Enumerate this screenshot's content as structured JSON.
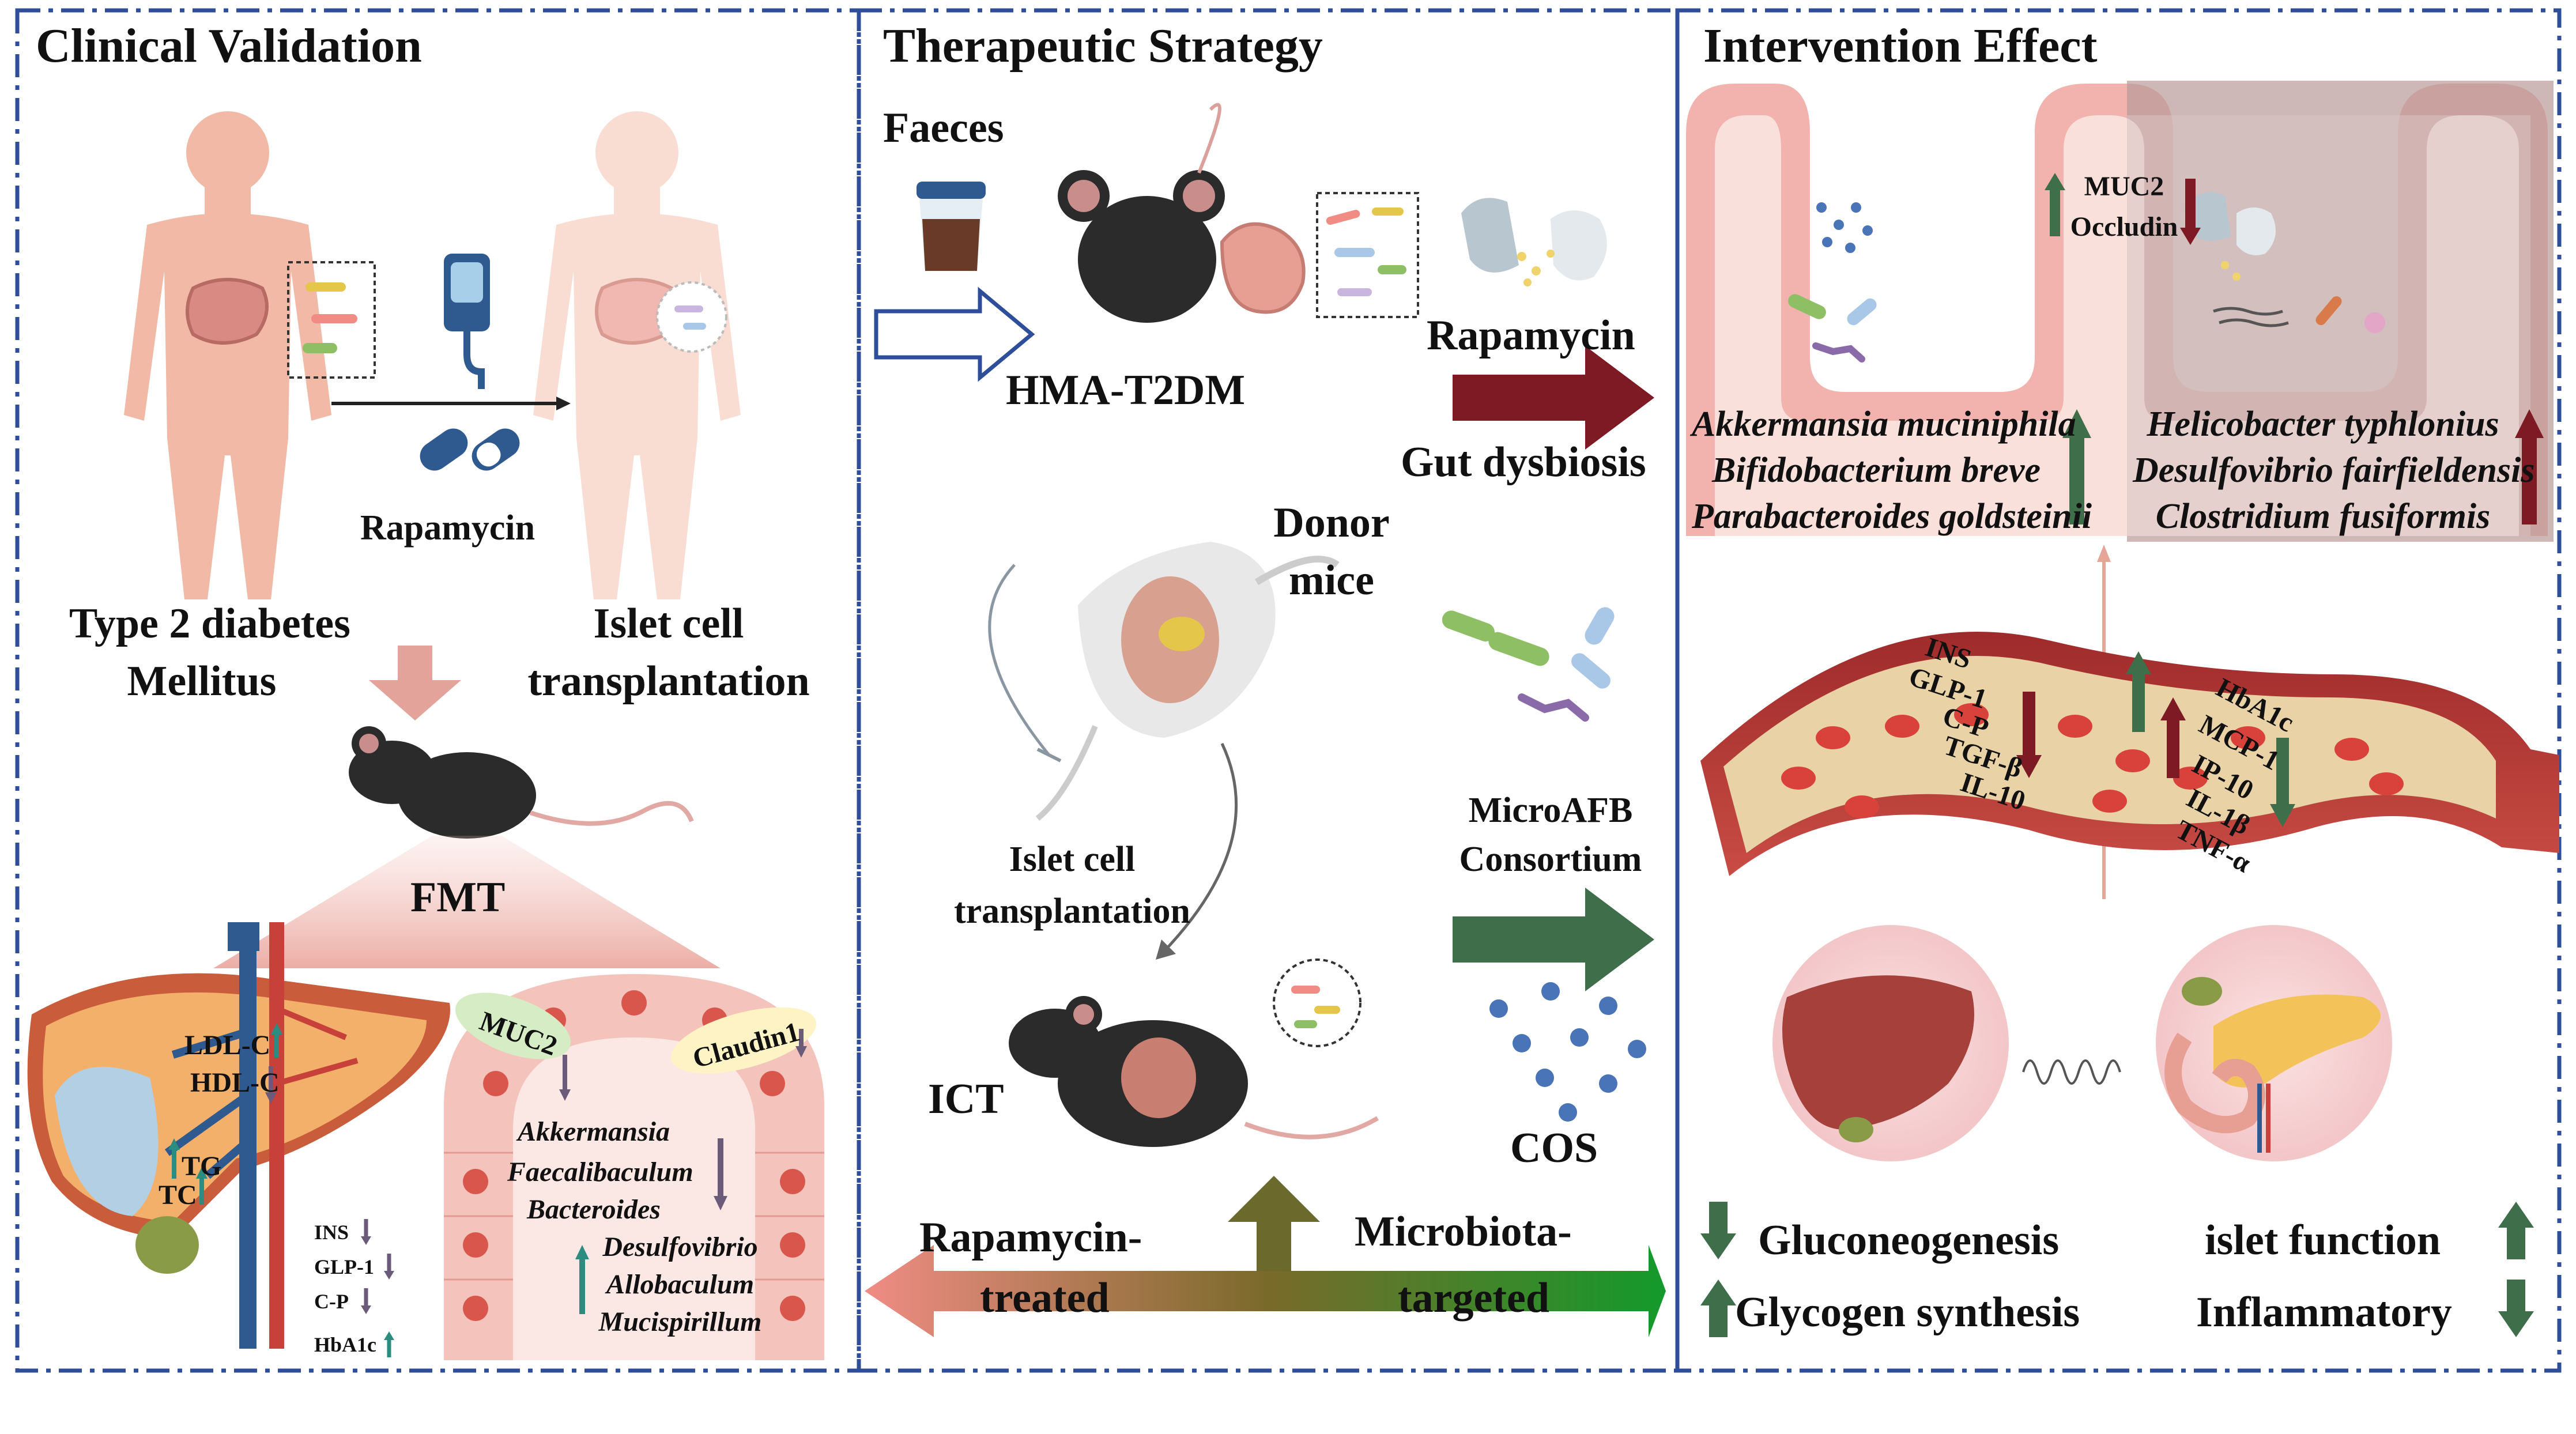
{
  "panels": {
    "clinical": {
      "title": "Clinical Validation",
      "rapamycin": "Rapamycin",
      "t2dm_line1": "Type 2 diabetes",
      "t2dm_line2": "Mellitus",
      "islet_line1": "Islet cell",
      "islet_line2": "transplantation",
      "fmt": "FMT",
      "liver_markers": [
        "LDL-C",
        "HDL-C",
        "TG",
        "TC"
      ],
      "serum_markers": [
        "INS",
        "GLP-1",
        "C-P",
        "HbA1c"
      ],
      "muc2": "MUC2",
      "claudin1": "Claudin1",
      "bacteria_down": [
        "Akkermansia",
        "Faecalibaculum",
        "Bacteroides"
      ],
      "bacteria_up": [
        "Desulfovibrio",
        "Allobaculum",
        "Mucispirillum"
      ]
    },
    "strategy": {
      "title": "Therapeutic Strategy",
      "faeces": "Faeces",
      "hma": "HMA-T2DM",
      "rapamycin": "Rapamycin",
      "gut_dysbiosis": "Gut dysbiosis",
      "donor_line1": "Donor",
      "donor_line2": "mice",
      "islet_line1": "Islet cell",
      "islet_line2": "transplantation",
      "ict": "ICT",
      "microafb_line1": "MicroAFB",
      "microafb_line2": "Consortium",
      "cos": "COS",
      "rapa_treated_line1": "Rapamycin-",
      "rapa_treated_line2": "treated",
      "microbiota_line1": "Microbiota-",
      "microbiota_line2": "targeted"
    },
    "effect": {
      "title": "Intervention Effect",
      "barrier_line1": "MUC2",
      "barrier_line2": "Occludin",
      "good_bacteria": [
        "Akkermansia muciniphila",
        "Bifidobacterium breve",
        "Parabacteroides goldsteinii"
      ],
      "bad_bacteria": [
        "Helicobacter typhlonius",
        "Desulfovibrio fairfieldensis",
        "Clostridium fusiformis"
      ],
      "vessel_down": [
        "INS",
        "GLP-1",
        "C-P",
        "TGF-β",
        "IL-10"
      ],
      "vessel_up": [
        "HbA1c",
        "MCP-1",
        "IP-10",
        "IL-1β",
        "TNF-α"
      ],
      "gluconeogenesis": "Gluconeogenesis",
      "glycogen": "Glycogen synthesis",
      "islet_function": "islet function",
      "inflammatory": "Inflammatory"
    }
  },
  "colors": {
    "frame": "#2f4e9a",
    "dark_red": "#7d1a24",
    "dark_green": "#3e6e4a",
    "teal": "#2c8c80",
    "purple": "#6b5a7a",
    "gut_pink": "#f2b3ae",
    "gut_dark": "#b89a98"
  }
}
